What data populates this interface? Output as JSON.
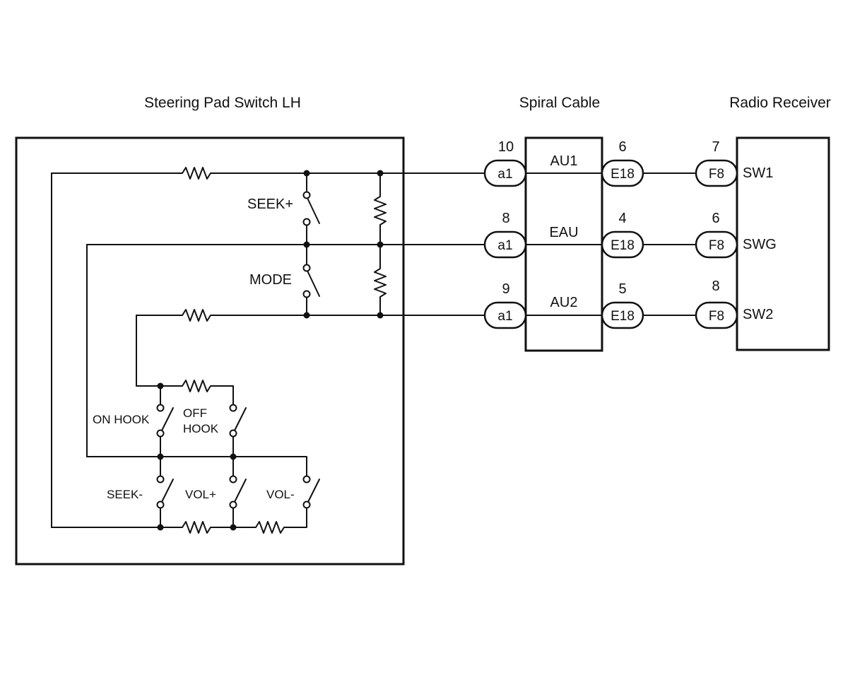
{
  "titles": {
    "switch": "Steering Pad Switch LH",
    "spiral": "Spiral Cable",
    "radio": "Radio Receiver"
  },
  "switches": {
    "seek_plus": "SEEK+",
    "mode": "MODE",
    "on_hook": "ON HOOK",
    "off_hook_1": "OFF",
    "off_hook_2": "HOOK",
    "seek_minus": "SEEK-",
    "vol_plus": "VOL+",
    "vol_minus": "VOL-"
  },
  "lines": [
    {
      "spiral_pin": "10",
      "spiral_conn": "a1",
      "signal": "AU1",
      "e_pin": "6",
      "e_conn": "E18",
      "radio_pin": "7",
      "radio_conn": "F8",
      "radio_terminal": "SW1"
    },
    {
      "spiral_pin": "8",
      "spiral_conn": "a1",
      "signal": "EAU",
      "e_pin": "4",
      "e_conn": "E18",
      "radio_pin": "6",
      "radio_conn": "F8",
      "radio_terminal": "SWG"
    },
    {
      "spiral_pin": "9",
      "spiral_conn": "a1",
      "signal": "AU2",
      "e_pin": "5",
      "e_conn": "E18",
      "radio_pin": "8",
      "radio_conn": "F8",
      "radio_terminal": "SW2"
    }
  ]
}
